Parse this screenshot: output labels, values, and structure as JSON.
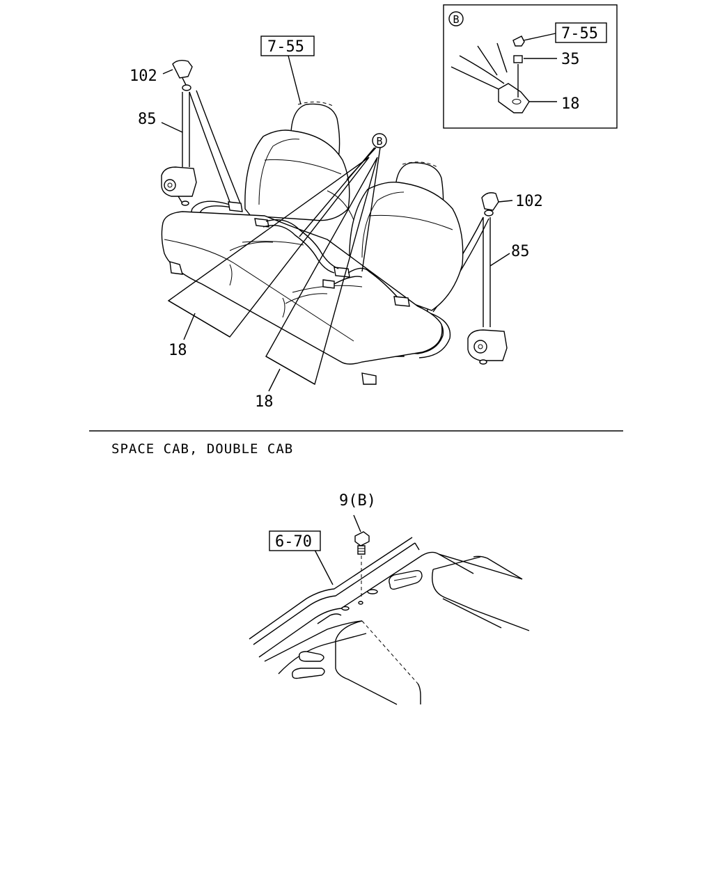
{
  "top_diagram": {
    "ref_box_main": "7-55",
    "label_anchor_left": "102",
    "label_retractor_left": "85",
    "label_anchor_right": "102",
    "label_retractor_right": "85",
    "label_bracket_left": "18",
    "label_bracket_right": "18",
    "callout_b": "B"
  },
  "inset_b": {
    "callout": "B",
    "ref_box": "7-55",
    "label_washer": "35",
    "label_bracket": "18"
  },
  "caption": "SPACE CAB, DOUBLE CAB",
  "bottom_diagram": {
    "label_bolt": "9(B)",
    "ref_box": "6-70"
  }
}
